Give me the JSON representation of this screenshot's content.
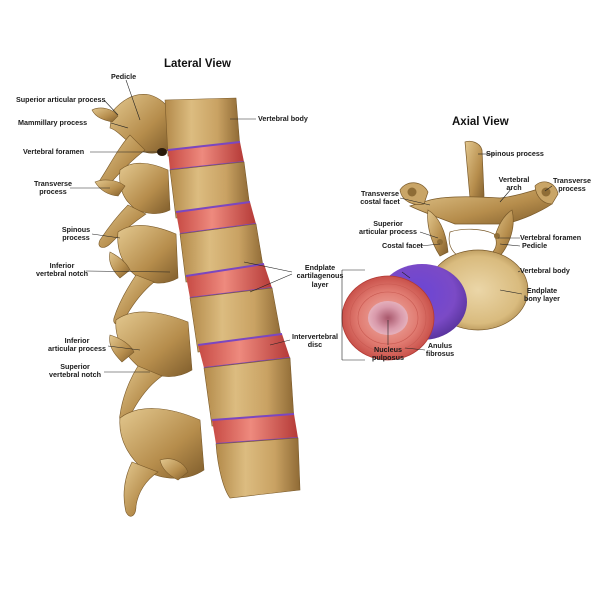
{
  "titles": {
    "lateral": "Lateral View",
    "axial": "Axial View"
  },
  "lateral_labels": {
    "pedicle": "Pedicle",
    "superior_articular_process": "Superior articular process",
    "mammillary_process": "Mammillary process",
    "vertebral_foramen": "Vertebral foramen",
    "transverse_process_1": "Transverse",
    "transverse_process_2": "process",
    "spinous_process_1": "Spinous",
    "spinous_process_2": "process",
    "inferior_vertebral_notch_1": "Inferior",
    "inferior_vertebral_notch_2": "vertebral notch",
    "inferior_articular_process_1": "Inferior",
    "inferior_articular_process_2": "articular process",
    "superior_vertebral_notch_1": "Superior",
    "superior_vertebral_notch_2": "vertebral notch",
    "vertebral_body": "Vertebral body",
    "endplate_cartilagenous_1": "Endplate",
    "endplate_cartilagenous_2": "cartilagenous",
    "endplate_cartilagenous_3": "layer",
    "intervertebral_disc_1": "Intervertebral",
    "intervertebral_disc_2": "disc"
  },
  "axial_labels": {
    "spinous_process": "Spinous process",
    "vertebral_arch_1": "Vertebral",
    "vertebral_arch_2": "arch",
    "transverse_process_1": "Transverse",
    "transverse_process_2": "process",
    "transverse_costal_facet_1": "Transverse",
    "transverse_costal_facet_2": "costal facet",
    "superior_articular_process_1": "Superior",
    "superior_articular_process_2": "articular process",
    "vertebral_foramen": "Vertebral foramen",
    "pedicle": "Pedicle",
    "costal_facet": "Costal facet",
    "vertebral_body": "Vertebral body",
    "endplate_bony_1": "Endplate",
    "endplate_bony_2": "bony layer",
    "anulus_fibrosus_1": "Anulus",
    "anulus_fibrosus_2": "fibrosus",
    "nucleus_pulposus_1": "Nucleus",
    "nucleus_pulposus_2": "pulposus"
  },
  "colors": {
    "bone": "#c9a567",
    "bone_dark": "#8f6d36",
    "disc_red": "#d45a50",
    "disc_purple": "#8a4fc9",
    "cartilage": "#7b47c0",
    "nucleus": "#d9a3b8"
  }
}
